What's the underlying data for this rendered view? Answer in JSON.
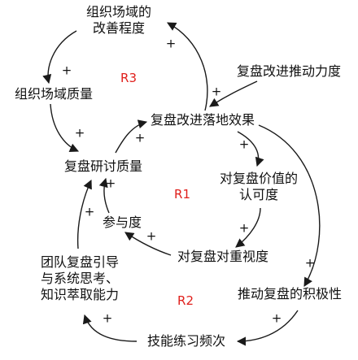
{
  "nodes": {
    "org_improve": [
      "组织场域的",
      "改善程度"
    ],
    "push_force": "复盘改进推动力度",
    "org_quality": "组织场域质量",
    "review_effect": "复盘改进落地效果",
    "review_quality": "复盘研讨质量",
    "value_recog": [
      "对复盘价值的",
      "认可度"
    ],
    "participation": "参与度",
    "importance": "对复盘对重视度",
    "team_ability": [
      "团队复盘引导",
      "与系统思考、",
      "知识萃取能力"
    ],
    "enthusiasm": "推动复盘的积极性",
    "practice": "技能练习频次"
  },
  "loops": {
    "r1": "R1",
    "r2": "R2",
    "r3": "R3"
  },
  "polarity": "+",
  "colors": {
    "text": "#111111",
    "loop": "#e0201c",
    "arrow": "#1a1a1a"
  }
}
